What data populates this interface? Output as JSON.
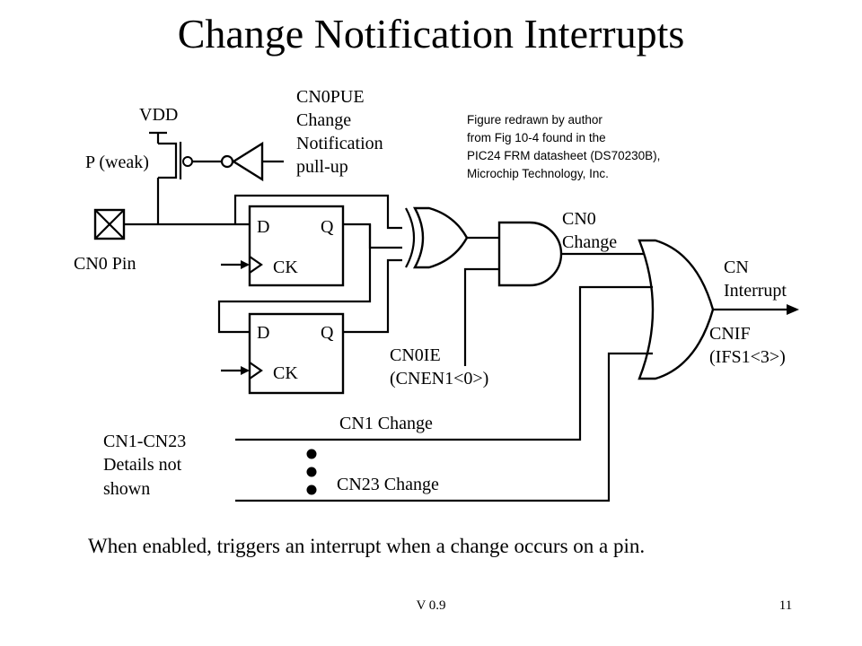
{
  "slide": {
    "title": "Change Notification Interrupts",
    "body": "When enabled, triggers an interrupt when a change occurs on a pin.",
    "version": "V 0.9",
    "page_number": "11"
  },
  "diagram": {
    "vdd": "VDD",
    "p_weak": "P (weak)",
    "cn0pue_lines": [
      "CN0PUE",
      "Change",
      "Notification",
      "pull-up"
    ],
    "credit_lines": [
      "Figure redrawn by author",
      "from Fig 10-4 found in the",
      "PIC24 FRM datasheet (DS70230B),",
      "Microchip Technology, Inc."
    ],
    "cn0_pin": "CN0 Pin",
    "ff_top": {
      "d": "D",
      "q": "Q",
      "ck": "CK"
    },
    "ff_bottom": {
      "d": "D",
      "q": "Q",
      "ck": "CK"
    },
    "cn0_change_lines": [
      "CN0",
      "Change"
    ],
    "cn0ie_lines": [
      "CN0IE",
      "(CNEN1<0>)"
    ],
    "cn_interrupt_lines": [
      "CN",
      "Interrupt"
    ],
    "cnif_lines": [
      "CNIF",
      "(IFS1<3>)"
    ],
    "cn1_change": "CN1 Change",
    "cn23_change": "CN23 Change",
    "details_lines": [
      "CN1-CN23",
      "Details not",
      "shown"
    ]
  }
}
